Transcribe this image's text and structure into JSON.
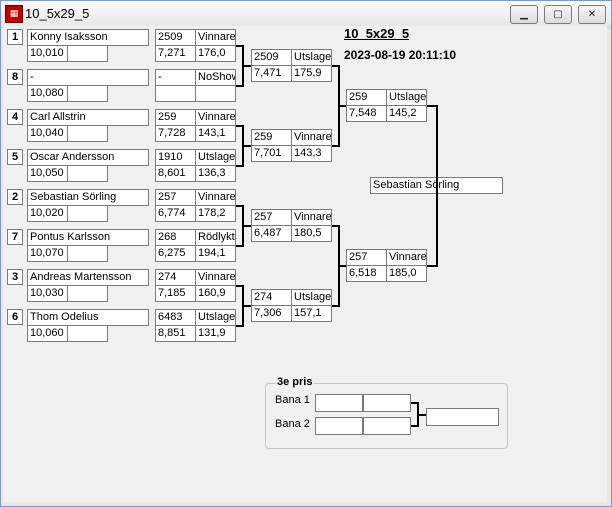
{
  "window": {
    "title": "10_5x29_5",
    "icon": "app-icon",
    "controls": [
      "minimize-icon",
      "maximize-icon",
      "close-icon"
    ]
  },
  "header": {
    "race_title": "10_5x29_5",
    "datetime": "2023-08-19 20:11:10"
  },
  "round1": [
    {
      "seed": "1",
      "name": "Konny Isaksson",
      "seed_time": "10,010",
      "lane": "",
      "rt": "2509",
      "et": "7,271",
      "result": "Vinnare",
      "speed": "176,0"
    },
    {
      "seed": "8",
      "name": "-",
      "seed_time": "10,080",
      "lane": "",
      "rt": "-",
      "et": "",
      "result": "NoShow",
      "speed": ""
    },
    {
      "seed": "4",
      "name": "Carl Allstrin",
      "seed_time": "10,040",
      "lane": "",
      "rt": "259",
      "et": "7,728",
      "result": "Vinnare",
      "speed": "143,1"
    },
    {
      "seed": "5",
      "name": "Oscar Andersson",
      "seed_time": "10,050",
      "lane": "",
      "rt": "1910",
      "et": "8,601",
      "result": "Utslagen",
      "speed": "136,3"
    },
    {
      "seed": "2",
      "name": "Sebastian Sörling",
      "seed_time": "10,020",
      "lane": "",
      "rt": "257",
      "et": "6,774",
      "result": "Vinnare",
      "speed": "178,2"
    },
    {
      "seed": "7",
      "name": "Pontus Karlsson",
      "seed_time": "10,070",
      "lane": "",
      "rt": "268",
      "et": "6,275",
      "result": "Rödlyktan",
      "speed": "194,1"
    },
    {
      "seed": "3",
      "name": "Andreas Martensson",
      "seed_time": "10,030",
      "lane": "",
      "rt": "274",
      "et": "7,185",
      "result": "Vinnare",
      "speed": "160,9"
    },
    {
      "seed": "6",
      "name": "Thom Odelius",
      "seed_time": "10,060",
      "lane": "",
      "rt": "6483",
      "et": "8,851",
      "result": "Utslagen",
      "speed": "131,9"
    }
  ],
  "round2": [
    {
      "rt": "2509",
      "result": "Utslagen",
      "et": "7,471",
      "speed": "175,9"
    },
    {
      "rt": "259",
      "result": "Vinnare",
      "et": "7,701",
      "speed": "143,3"
    },
    {
      "rt": "257",
      "result": "Vinnare",
      "et": "6,487",
      "speed": "180,5"
    },
    {
      "rt": "274",
      "result": "Utslagen",
      "et": "7,306",
      "speed": "157,1"
    }
  ],
  "round3": [
    {
      "rt": "259",
      "result": "Utslagen",
      "et": "7,548",
      "speed": "145,2"
    },
    {
      "rt": "257",
      "result": "Vinnare",
      "et": "6,518",
      "speed": "185,0"
    }
  ],
  "winner": "Sebastian Sörling",
  "third_place": {
    "title": "3e pris",
    "lane1_label": "Bana 1",
    "lane2_label": "Bana 2",
    "lane1_name": "",
    "lane1_value": "",
    "lane2_name": "",
    "lane2_value": "",
    "result": ""
  }
}
